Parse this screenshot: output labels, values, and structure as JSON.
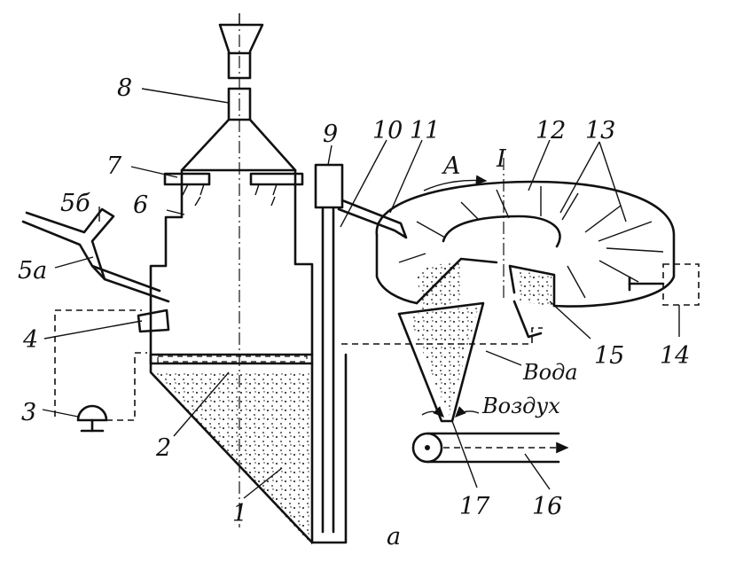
{
  "labels": {
    "n1": "1",
    "n2": "2",
    "n3": "3",
    "n4": "4",
    "n5a": "5а",
    "n5b": "5б",
    "n6": "6",
    "n7": "7",
    "n8": "8",
    "n9": "9",
    "n10": "10",
    "n11": "11",
    "n12": "12",
    "n13": "13",
    "n14": "14",
    "n15": "15",
    "n16": "16",
    "n17": "17",
    "arrow_a": "A",
    "section_mark": "I",
    "water": "Вода",
    "air": "Воздух",
    "figure": "а"
  }
}
